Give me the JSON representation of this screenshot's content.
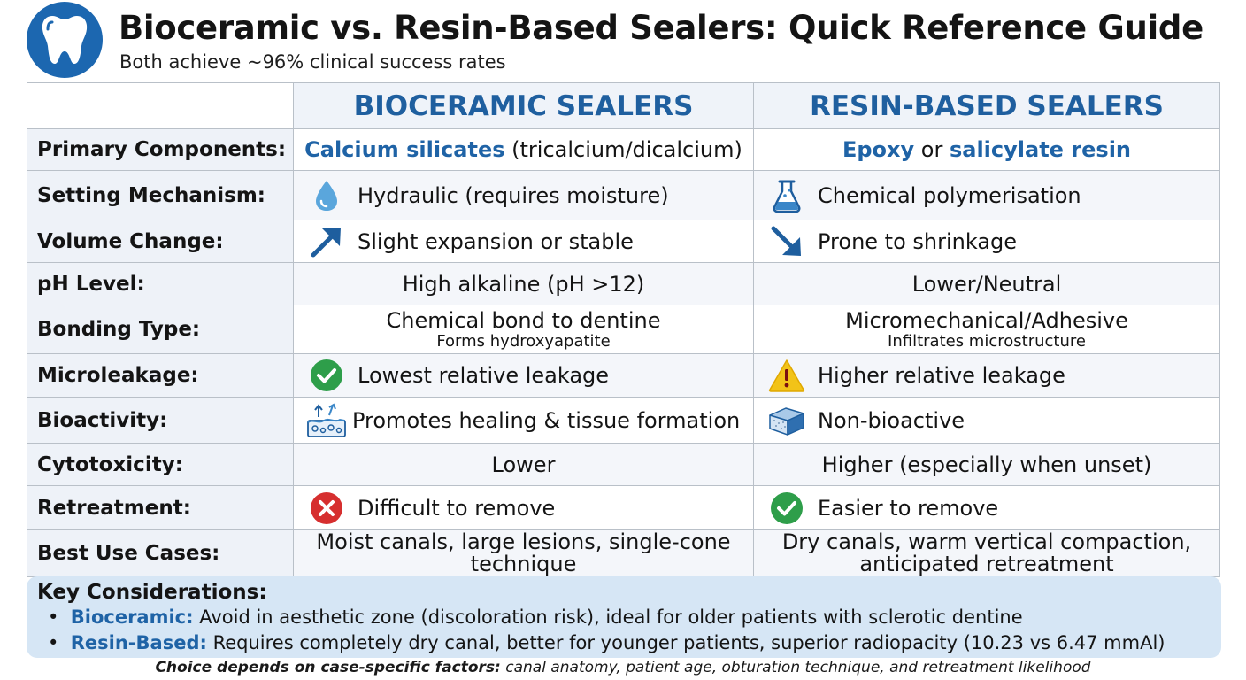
{
  "header": {
    "logo_icon": "tooth-icon",
    "title": "Bioceramic vs. Resin-Based Sealers: Quick Reference Guide",
    "subtitle": "Both achieve ~96% clinical success rates"
  },
  "columns": {
    "bioceramic": "BIOCERAMIC SEALERS",
    "resin": "RESIN-BASED SEALERS"
  },
  "rows": {
    "components": {
      "label": "Primary Components:",
      "bio_highlight": "Calcium silicates",
      "bio_rest": " (tricalcium/dicalcium)",
      "resin_h1": "Epoxy",
      "resin_mid": " or ",
      "resin_h2": "salicylate resin"
    },
    "setting": {
      "label": "Setting Mechanism:",
      "bio": "Hydraulic (requires moisture)",
      "bio_icon": "water-drop-icon",
      "resin": "Chemical polymerisation",
      "resin_icon": "flask-icon"
    },
    "volume": {
      "label": "Volume Change:",
      "bio": "Slight expansion or stable",
      "bio_icon": "arrow-up-right-icon",
      "resin": "Prone to shrinkage",
      "resin_icon": "arrow-down-right-icon"
    },
    "ph": {
      "label": "pH Level:",
      "bio": "High alkaline (pH >12)",
      "resin": "Lower/Neutral"
    },
    "bonding": {
      "label": "Bonding Type:",
      "bio": "Chemical bond to dentine",
      "bio_sub": "Forms hydroxyapatite",
      "resin": "Micromechanical/Adhesive",
      "resin_sub": "Infiltrates microstructure"
    },
    "microleakage": {
      "label": "Microleakage:",
      "bio": "Lowest relative leakage",
      "bio_icon": "check-circle-icon",
      "resin": "Higher relative leakage",
      "resin_icon": "warning-icon"
    },
    "bioactivity": {
      "label": "Bioactivity:",
      "bio": "Promotes healing & tissue formation",
      "bio_icon": "tissue-growth-icon",
      "resin": "Non-bioactive",
      "resin_icon": "inert-block-icon"
    },
    "cytotoxicity": {
      "label": "Cytotoxicity:",
      "bio": "Lower",
      "resin": "Higher (especially when unset)"
    },
    "retreatment": {
      "label": "Retreatment:",
      "bio": "Difficult to remove",
      "bio_icon": "x-circle-icon",
      "resin": "Easier to remove",
      "resin_icon": "check-circle-icon"
    },
    "usecases": {
      "label": "Best Use Cases:",
      "bio_l1": "Moist canals, large lesions, single-cone",
      "bio_l2": "technique",
      "resin_l1": "Dry canals, warm vertical compaction,",
      "resin_l2": "anticipated retreatment"
    }
  },
  "key": {
    "title": "Key Considerations:",
    "points": [
      {
        "bold": "Bioceramic:",
        "text": " Avoid in aesthetic zone (discoloration risk), ideal for older patients with sclerotic dentine"
      },
      {
        "bold": "Resin-Based:",
        "text": " Requires completely dry canal, better for younger patients, superior radiopacity (10.23 vs 6.47 mmAl)"
      }
    ]
  },
  "footer": {
    "bold": "Choice depends on case-specific factors:",
    "text": " canal anatomy, patient age, obturation technique, and retreatment likelihood"
  },
  "colors": {
    "accent": "#1f63a6",
    "logo_bg": "#1c67b0",
    "check_green": "#2e9e4a",
    "x_red": "#d62f2f",
    "warning_yellow": "#f2c318",
    "key_bg": "#d6e6f5"
  }
}
